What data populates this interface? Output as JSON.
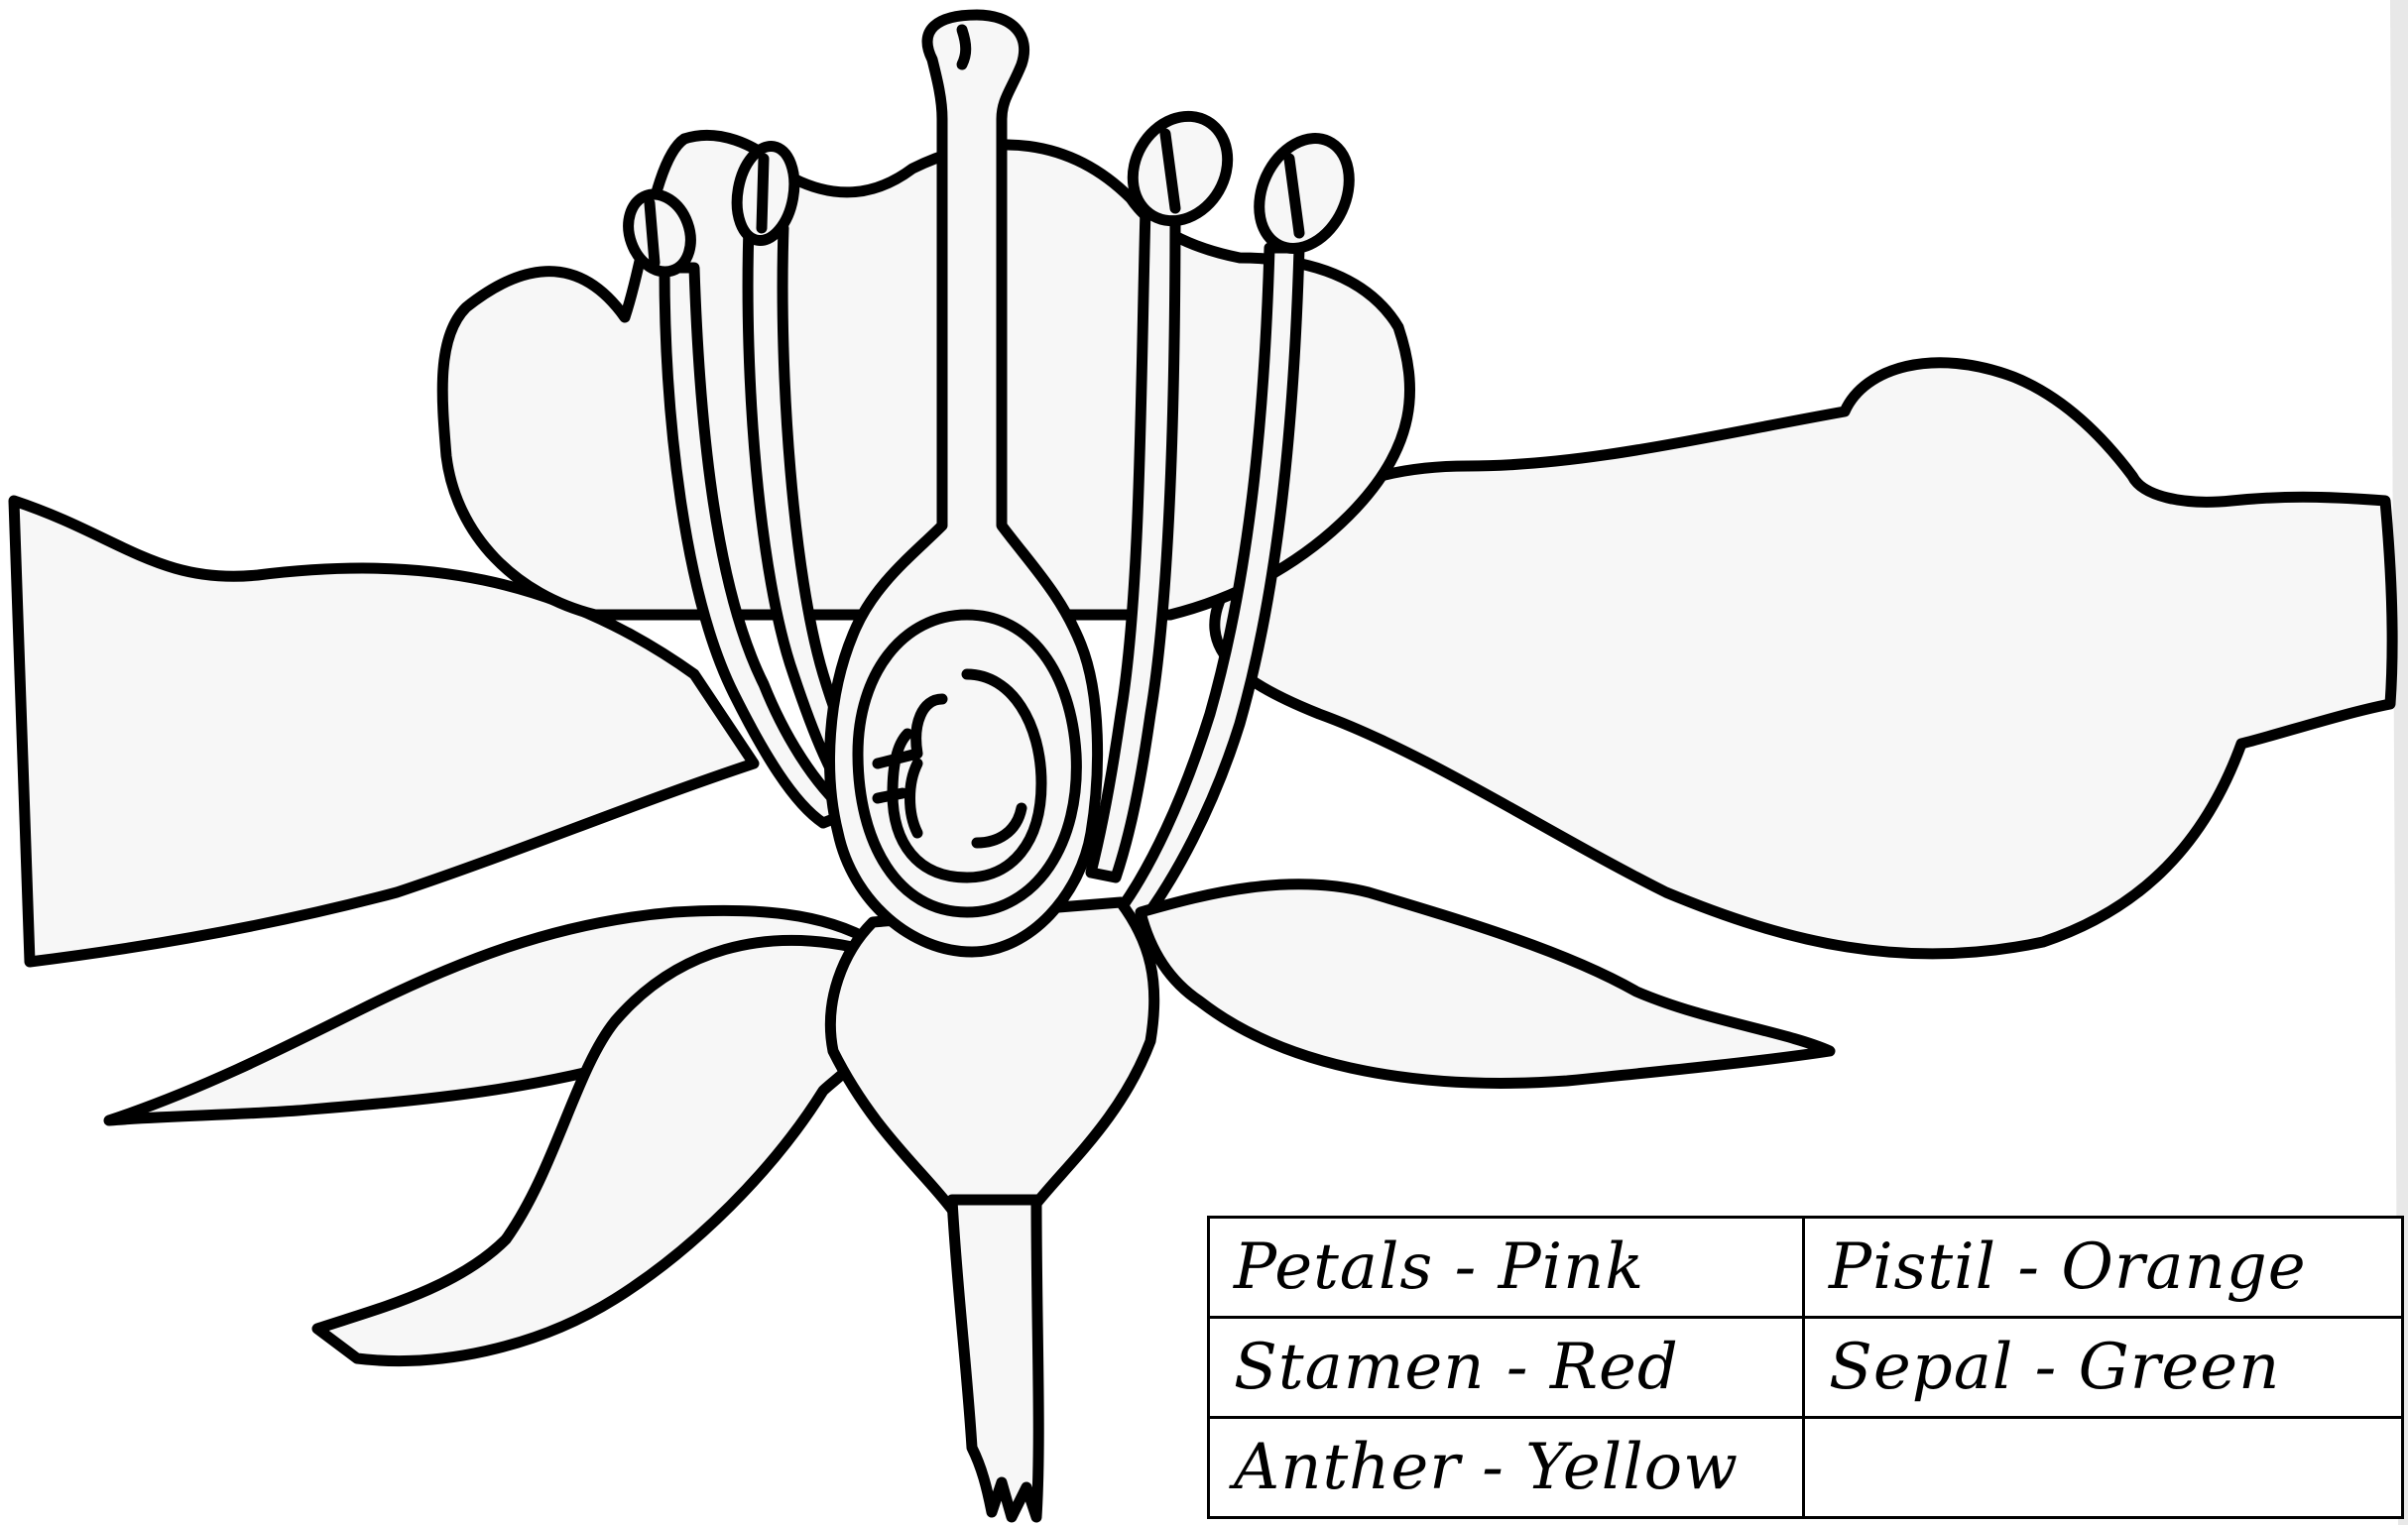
{
  "diagram": {
    "parts": [
      "petals",
      "sepals",
      "pistil",
      "stamens",
      "anthers",
      "receptacle",
      "stem",
      "ovary",
      "ovule"
    ]
  },
  "color_key": {
    "rows": [
      [
        "Petals - Pink",
        "Pistil - Orange"
      ],
      [
        "Stamen - Red",
        "Sepal - Green"
      ],
      [
        "Anther - Yellow",
        ""
      ]
    ]
  },
  "colors": {
    "ink": "#000000",
    "paper": "#ffffff",
    "petal_fill": "#f7f7f7"
  }
}
